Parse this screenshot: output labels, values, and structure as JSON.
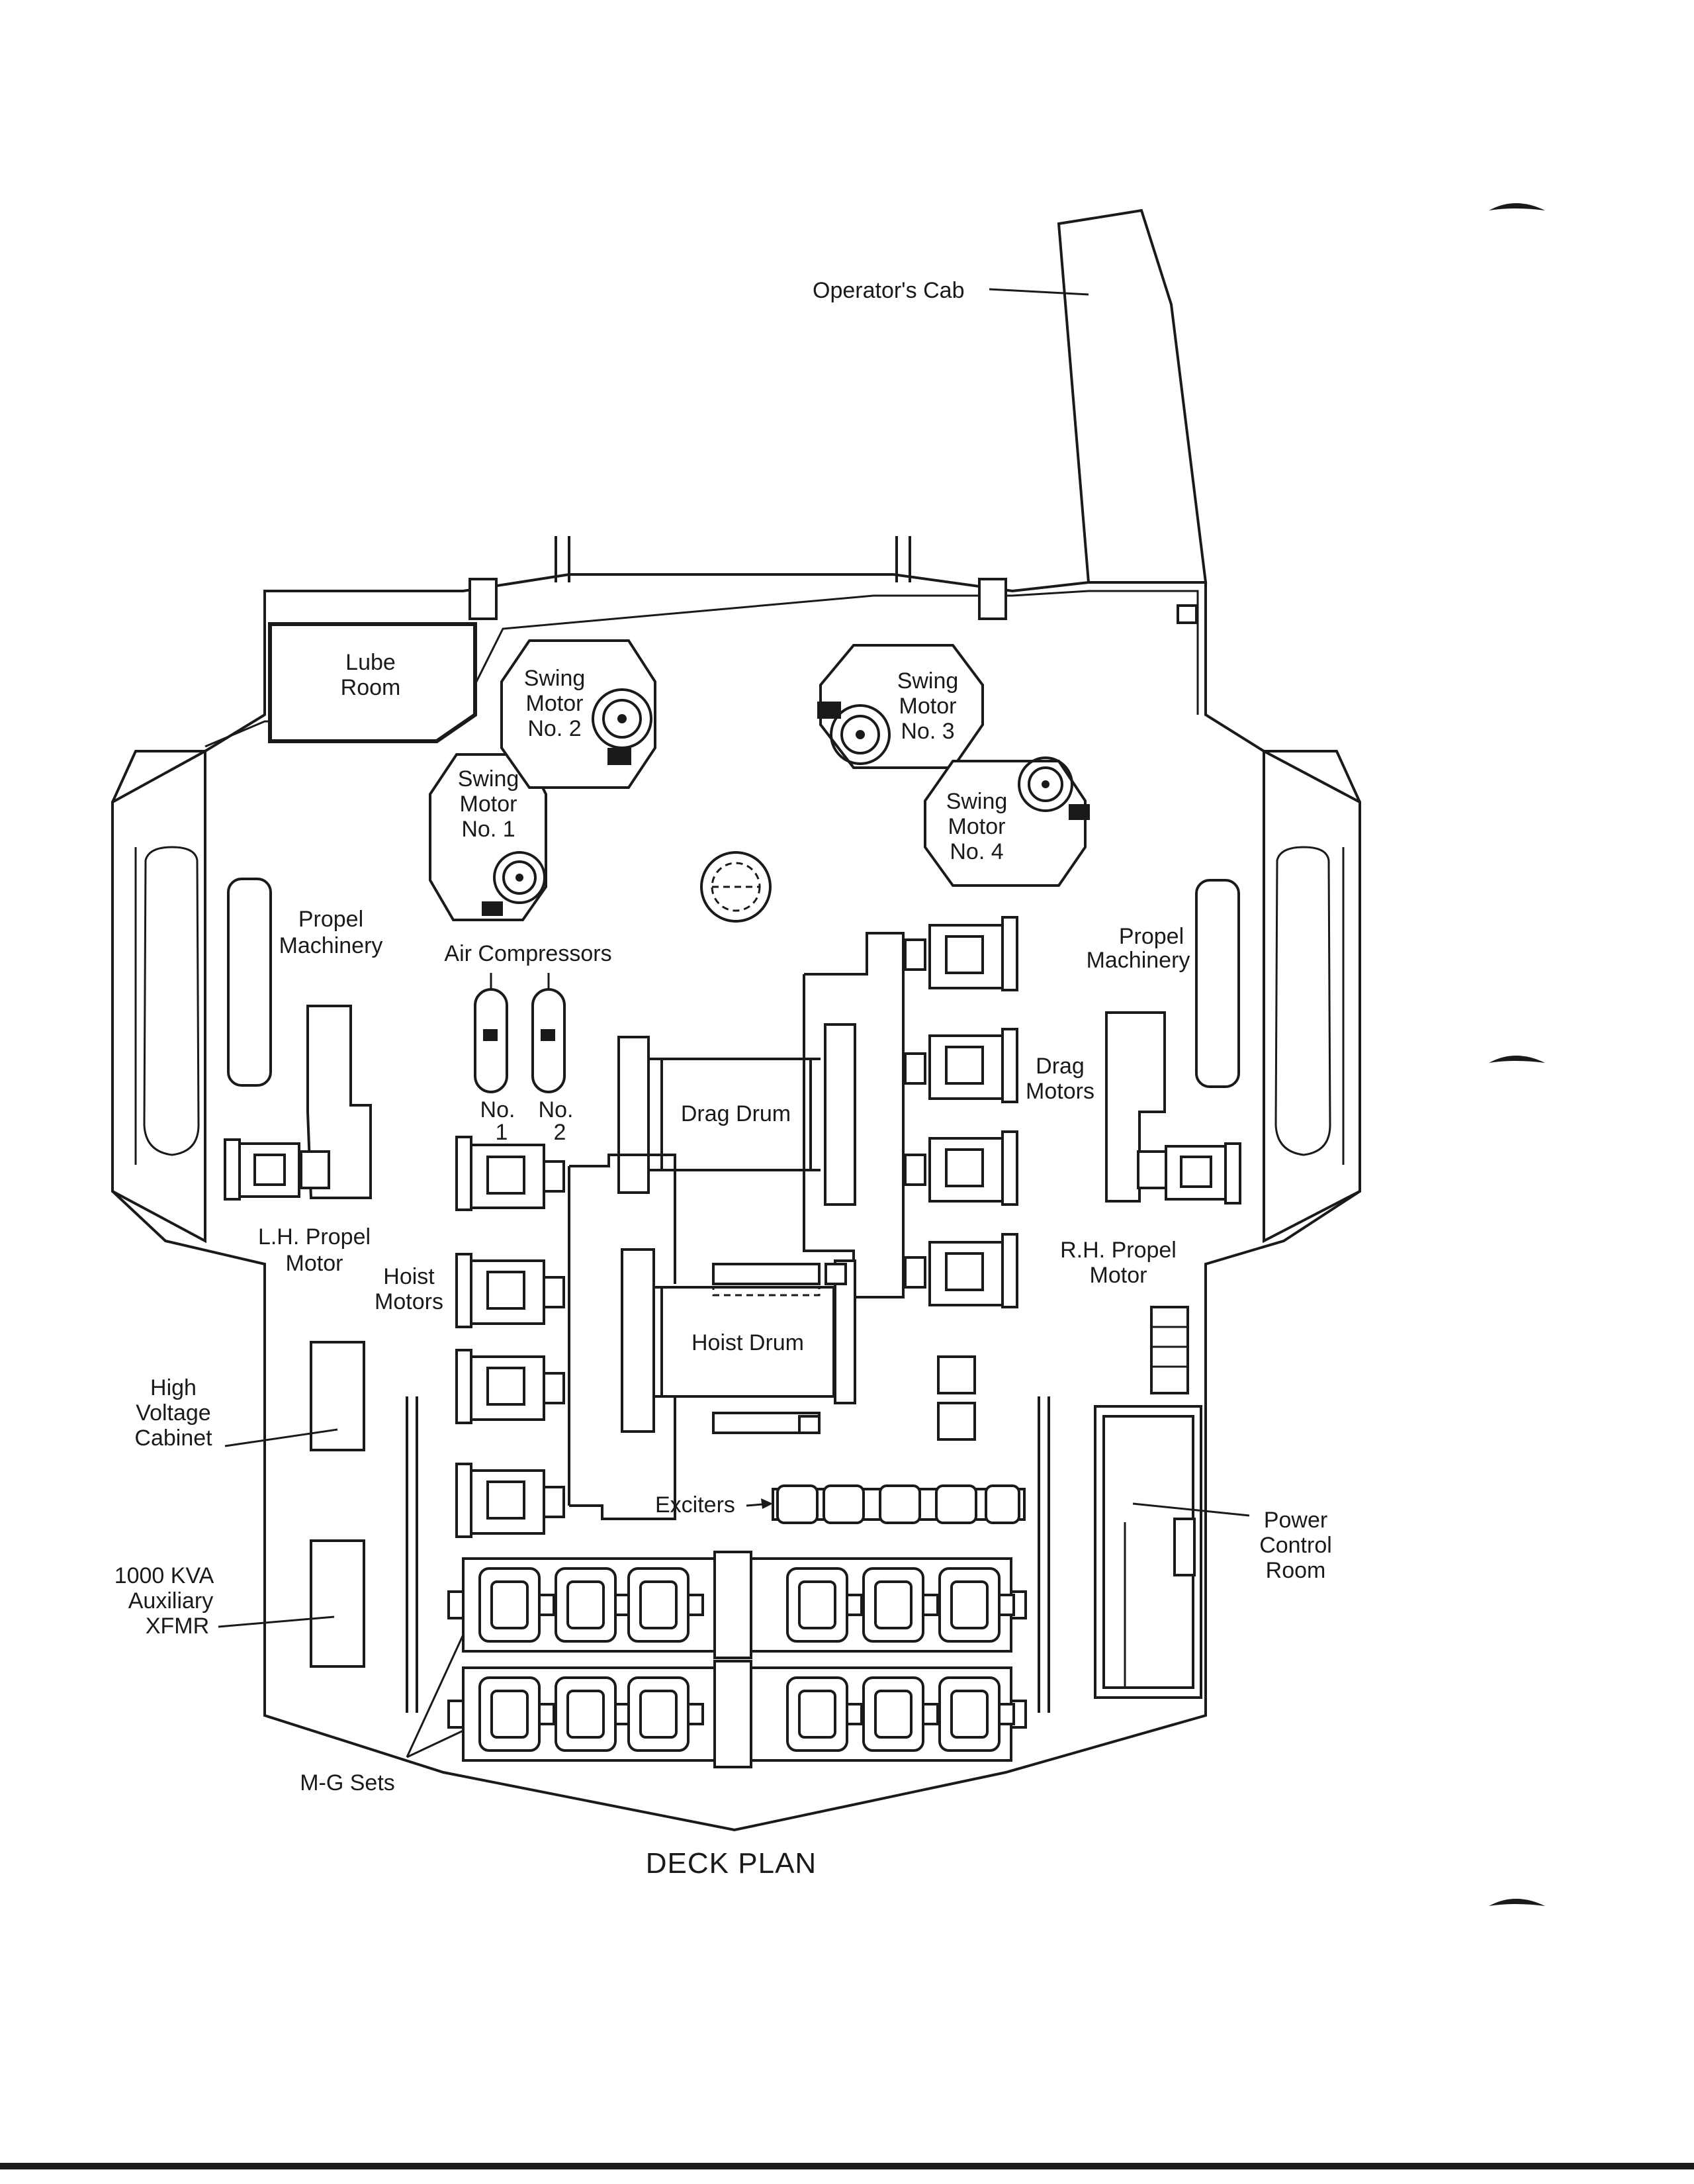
{
  "labels": {
    "operators_cab": "Operator's Cab",
    "lube_room": [
      "Lube",
      "Room"
    ],
    "swing_motor_1": [
      "Swing",
      "Motor",
      "No. 1"
    ],
    "swing_motor_2": [
      "Swing",
      "Motor",
      "No. 2"
    ],
    "swing_motor_3": [
      "Swing",
      "Motor",
      "No. 3"
    ],
    "swing_motor_4": [
      "Swing",
      "Motor",
      "No. 4"
    ],
    "propel_machinery_left": [
      "Propel",
      "Machinery"
    ],
    "propel_machinery_right": [
      "Propel",
      "Machinery"
    ],
    "air_compressors": "Air Compressors",
    "compressor_no1": [
      "No.",
      "1"
    ],
    "compressor_no2": [
      "No.",
      "2"
    ],
    "drag_drum": "Drag Drum",
    "drag_motors": [
      "Drag",
      "Motors"
    ],
    "lh_propel_motor": [
      "L.H. Propel",
      "Motor"
    ],
    "rh_propel_motor": [
      "R.H. Propel",
      "Motor"
    ],
    "hoist_motors": [
      "Hoist",
      "Motors"
    ],
    "hoist_drum": "Hoist Drum",
    "high_voltage_cabinet": [
      "High",
      "Voltage",
      "Cabinet"
    ],
    "exciters": "Exciters",
    "power_control_room": [
      "Power",
      "Control",
      "Room"
    ],
    "aux_xfmr": [
      "1000 KVA",
      "Auxiliary",
      "XFMR"
    ],
    "mg_sets": "M-G Sets"
  },
  "title": "DECK PLAN"
}
